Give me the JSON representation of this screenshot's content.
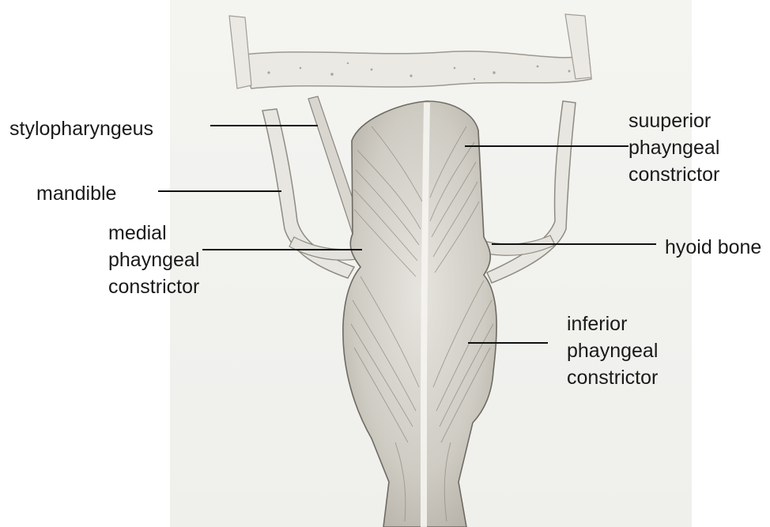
{
  "labels": {
    "stylopharyngeus": "stylopharyngeus",
    "mandible": "mandible",
    "medial": [
      "medial",
      "phayngeal",
      "constrictor"
    ],
    "superior": [
      "suuperior",
      "phayngeal",
      "constrictor"
    ],
    "hyoid": "hyoid bone",
    "inferior": [
      "inferior",
      "phayngeal",
      "constrictor"
    ]
  }
}
